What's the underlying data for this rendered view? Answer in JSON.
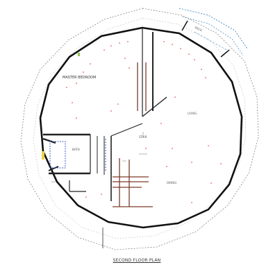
{
  "plan": {
    "caption": "SECOND FLOOR PLAN",
    "room_label_upper_left": "MASTER BEDROOM",
    "room_label_center_right": "LIVING",
    "room_label_lower_right": "DINING",
    "room_label_bath": "BATH",
    "room_label_stair": "STAIR",
    "room_label_deck": "DECK"
  }
}
